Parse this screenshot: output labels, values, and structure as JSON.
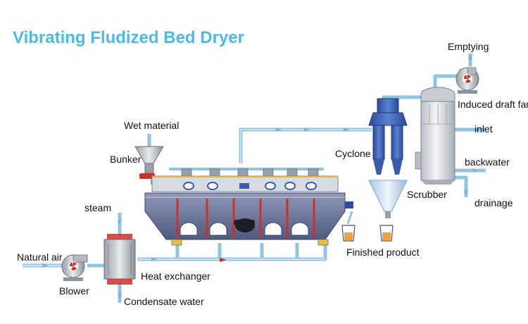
{
  "title": "Vibrating Fludized Bed Dryer",
  "labels": {
    "emptying": "Emptying",
    "induced_draft_fan": "Induced draft fan",
    "wet_material": "Wet material",
    "inlet": "inlet",
    "cyclone": "Cyclone",
    "bunker": "Bunker",
    "backwater": "backwater",
    "scrubber": "Scrubber",
    "drainage": "drainage",
    "steam": "steam",
    "finished_product": "Finished product",
    "natural_air": "Natural air",
    "heat_exchanger": "Heat exchanger",
    "blower": "Blower",
    "condensate_water": "Condensate water"
  },
  "colors": {
    "title": "#4fb8e6",
    "pipe": "#8fc4e2",
    "equipment_blue": "#3a5ca8",
    "dryer_body": "#6f7aa0",
    "accent_red": "#c8322a",
    "product_orange": "#e8a24a"
  }
}
